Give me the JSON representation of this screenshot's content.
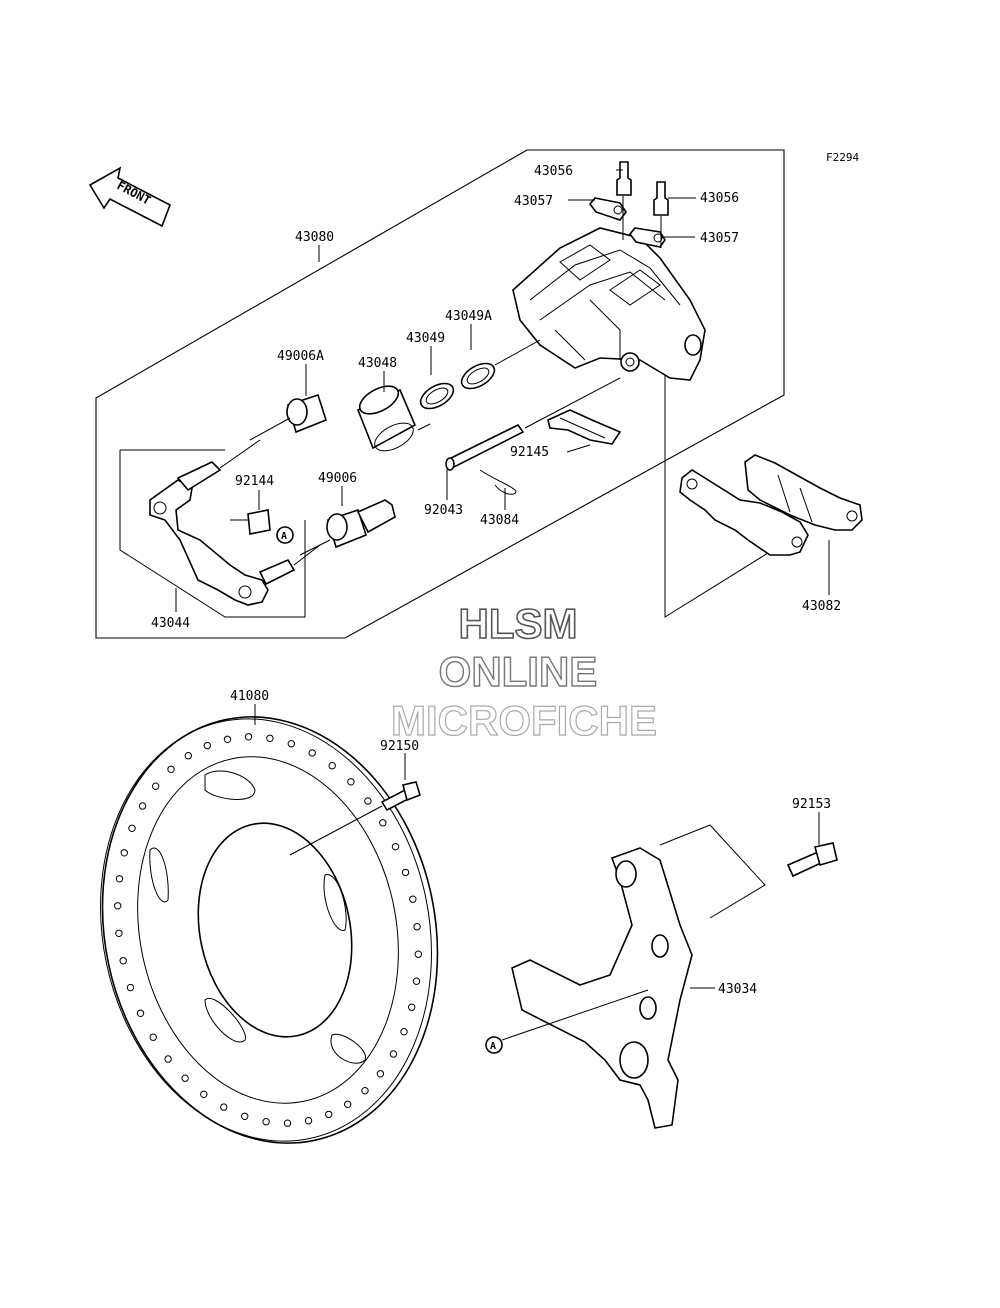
{
  "figure_id": "F2294",
  "front_label": "FRONT",
  "watermark": {
    "line1": "HLSM",
    "line2": "ONLINE",
    "line3": "MICROFICHE"
  },
  "parts": {
    "p43056a": "43056",
    "p43056b": "43056",
    "p43057a": "43057",
    "p43057b": "43057",
    "p43080": "43080",
    "p43049a": "43049A",
    "p43049": "43049",
    "p43048": "43048",
    "p49006a": "49006A",
    "p92144": "92144",
    "p49006": "49006",
    "p92145": "92145",
    "p92043": "92043",
    "p43084": "43084",
    "p43044": "43044",
    "p43082": "43082",
    "p41080": "41080",
    "p92150": "92150",
    "p92153": "92153",
    "p43034": "43034"
  },
  "ref_marker": "A"
}
